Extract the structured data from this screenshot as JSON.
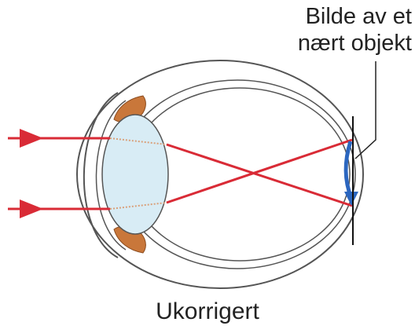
{
  "annotation": {
    "line1": "Bilde av et",
    "line2": "nært objekt"
  },
  "caption": "Ukorrigert",
  "colors": {
    "ray": "#d92b36",
    "image_arrow": "#2b66bf",
    "lens_fill": "#d8ecf5",
    "iris": "#c9773a",
    "outline": "#555555"
  }
}
